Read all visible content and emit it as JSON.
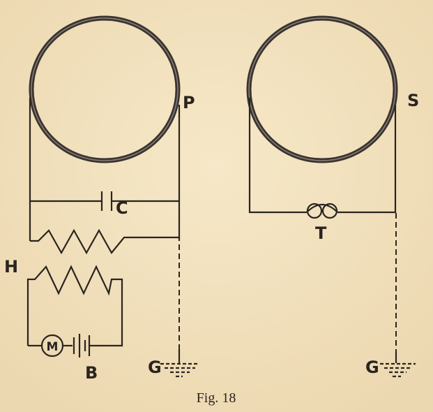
{
  "figure": {
    "caption": "Fig. 18",
    "labels": {
      "primary": "P",
      "secondary": "S",
      "capacitor": "C",
      "heater": "H",
      "motor": "M",
      "battery": "B",
      "telephone": "T",
      "ground_primary": "G",
      "ground_secondary": "G"
    }
  }
}
